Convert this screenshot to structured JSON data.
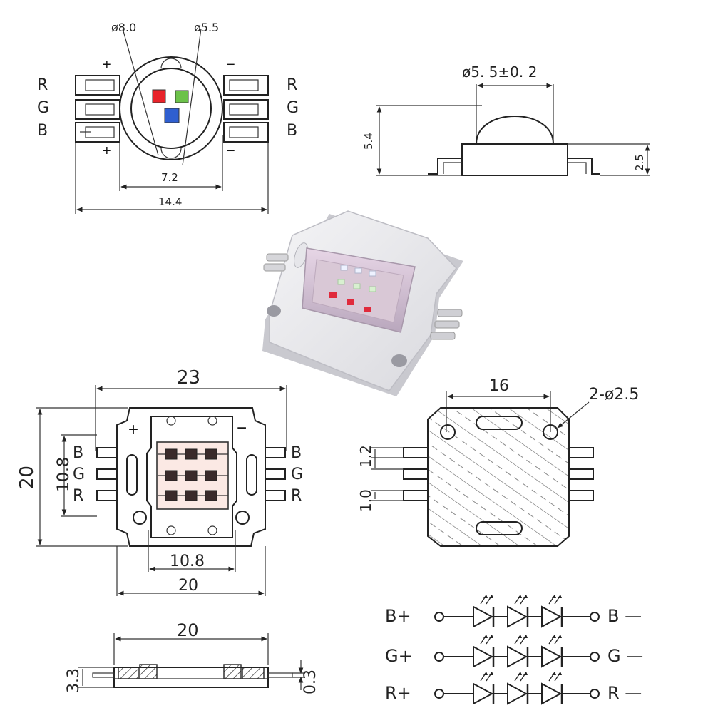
{
  "top_led": {
    "dim_lens_outer": "ø8.0",
    "dim_lens_inner": "ø5.5",
    "plus_top": "+",
    "minus_top": "−",
    "plus_bottom": "+",
    "minus_bottom": "−",
    "left_labels": [
      "R",
      "G",
      "B"
    ],
    "right_labels": [
      "R",
      "G",
      "B"
    ],
    "dim_inner_width": "7.2",
    "dim_total_width": "14.4",
    "chip_colors": {
      "red": "#e8232a",
      "green": "#6cc24a",
      "blue": "#2f5fd0"
    }
  },
  "top_side": {
    "dim_dome": "ø5. 5±0. 2",
    "dim_height": "5.4",
    "dim_base": "2.5"
  },
  "module_front": {
    "dim_top": "23",
    "dim_left_height": "20",
    "dim_pitch": "10.8",
    "plus": "+",
    "minus": "−",
    "left_labels": [
      "B",
      "G",
      "R"
    ],
    "right_labels": [
      "B",
      "G",
      "R"
    ],
    "dim_pad_width": "10.8",
    "dim_bottom": "20"
  },
  "module_back": {
    "dim_hole_spacing": "16",
    "dim_holes": "2-ø2.5",
    "dim_pin_a": "1.2",
    "dim_pin_b": "1.0"
  },
  "module_side": {
    "dim_width": "20",
    "dim_thickness": "3.3",
    "dim_pin": "0.3"
  },
  "schematic": {
    "rows": [
      {
        "left": "B+",
        "right": "B —"
      },
      {
        "left": "G+",
        "right": "G —"
      },
      {
        "left": "R+",
        "right": "R —"
      }
    ]
  }
}
